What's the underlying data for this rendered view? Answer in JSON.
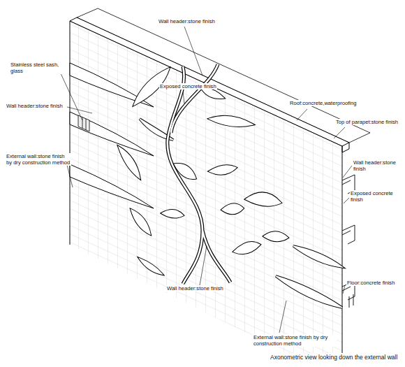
{
  "diagram": {
    "caption": "Axonometric view looking down the external wall",
    "labels": [
      "Stainless steel sash, glass",
      "Exposed concrete finish",
      "Wall header:stone finish",
      "Wall header:stone finish",
      "External wall:stone finish by dry construction method",
      "Roof:concrete,waterproofing",
      "Top of parapet:stone finish",
      "Wall header:stone finish",
      "Exposed concrete finish",
      "Floor:concrete finish",
      "Wall header:stone finish",
      "External wall:stone finish by dry construction method"
    ]
  }
}
